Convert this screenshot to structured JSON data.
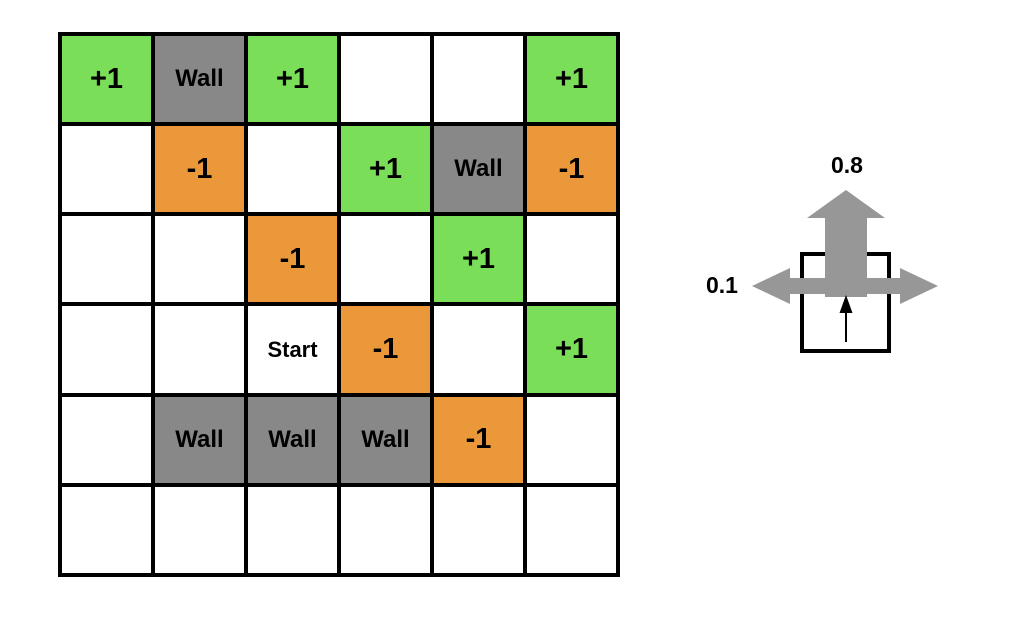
{
  "colors": {
    "cell_positive": "#7BDE58",
    "cell_negative": "#EA9839",
    "cell_wall": "#888888",
    "grid_line": "#000000",
    "arrow": "#979797",
    "text": "#000000",
    "page_bg": "#FFFFFF"
  },
  "grid": {
    "rows": 6,
    "cols": 6,
    "cells": [
      [
        {
          "label": "+1",
          "type": "positive"
        },
        {
          "label": "Wall",
          "type": "wall"
        },
        {
          "label": "+1",
          "type": "positive"
        },
        {
          "label": "",
          "type": "empty"
        },
        {
          "label": "",
          "type": "empty"
        },
        {
          "label": "+1",
          "type": "positive"
        }
      ],
      [
        {
          "label": "",
          "type": "empty"
        },
        {
          "label": "-1",
          "type": "negative"
        },
        {
          "label": "",
          "type": "empty"
        },
        {
          "label": "+1",
          "type": "positive"
        },
        {
          "label": "Wall",
          "type": "wall"
        },
        {
          "label": "-1",
          "type": "negative"
        }
      ],
      [
        {
          "label": "",
          "type": "empty"
        },
        {
          "label": "",
          "type": "empty"
        },
        {
          "label": "-1",
          "type": "negative"
        },
        {
          "label": "",
          "type": "empty"
        },
        {
          "label": "+1",
          "type": "positive"
        },
        {
          "label": "",
          "type": "empty"
        }
      ],
      [
        {
          "label": "",
          "type": "empty"
        },
        {
          "label": "",
          "type": "empty"
        },
        {
          "label": "Start",
          "type": "start"
        },
        {
          "label": "-1",
          "type": "negative"
        },
        {
          "label": "",
          "type": "empty"
        },
        {
          "label": "+1",
          "type": "positive"
        }
      ],
      [
        {
          "label": "",
          "type": "empty"
        },
        {
          "label": "Wall",
          "type": "wall"
        },
        {
          "label": "Wall",
          "type": "wall"
        },
        {
          "label": "Wall",
          "type": "wall"
        },
        {
          "label": "-1",
          "type": "negative"
        },
        {
          "label": "",
          "type": "empty"
        }
      ],
      [
        {
          "label": "",
          "type": "empty"
        },
        {
          "label": "",
          "type": "empty"
        },
        {
          "label": "",
          "type": "empty"
        },
        {
          "label": "",
          "type": "empty"
        },
        {
          "label": "",
          "type": "empty"
        },
        {
          "label": "",
          "type": "empty"
        }
      ]
    ]
  },
  "action_model": {
    "forward_probability": "0.8",
    "side_probability": "0.1"
  }
}
